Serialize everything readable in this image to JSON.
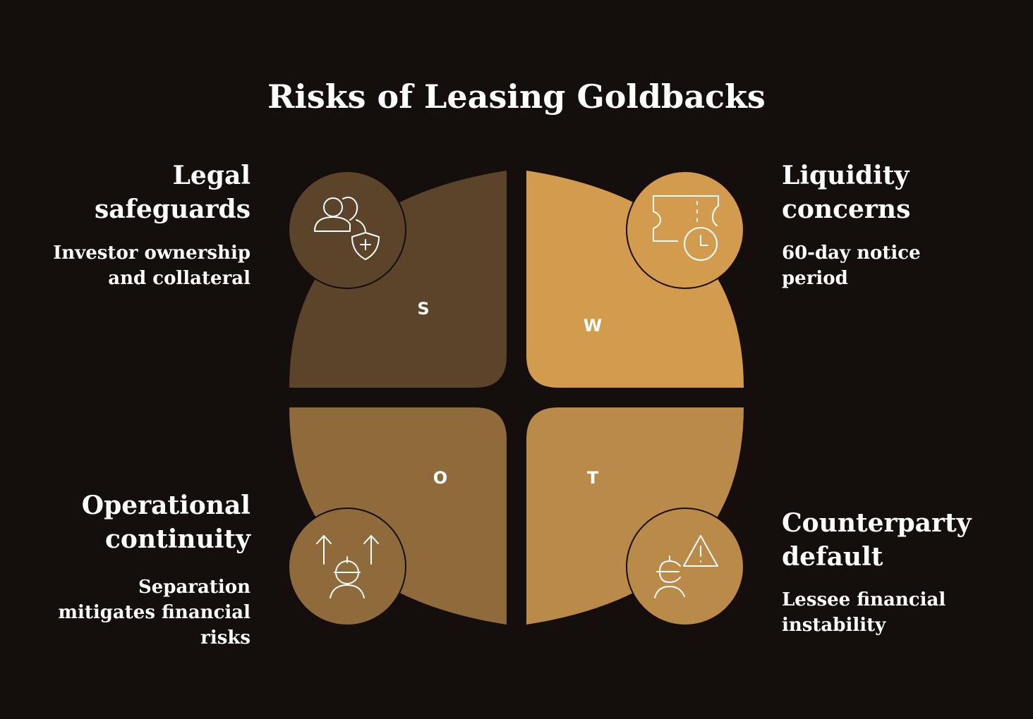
{
  "title": "Risks of Leasing Goldbacks",
  "colors": {
    "background": "#140e0c",
    "strengths": "#5c442a",
    "weaknesses": "#d39b4d",
    "opportunities": "#8f6a3a",
    "threats": "#ba8a48"
  },
  "quadrants": {
    "s": {
      "letter": "S",
      "heading": "Legal safeguards",
      "heading_line1": "Legal",
      "heading_line2": "safeguards",
      "desc_line1": "Investor ownership",
      "desc_line2": "and collateral",
      "icon": "people-shield-icon"
    },
    "w": {
      "letter": "W",
      "heading": "Liquidity concerns",
      "heading_line1": "Liquidity",
      "heading_line2": "concerns",
      "desc_line1": "60-day notice",
      "desc_line2": "period",
      "icon": "ticket-clock-icon"
    },
    "o": {
      "letter": "O",
      "heading": "Operational continuity",
      "heading_line1": "Operational",
      "heading_line2": "continuity",
      "desc_line1": "Separation",
      "desc_line2": "mitigates financial",
      "desc_line3": "risks",
      "icon": "worker-arrows-icon"
    },
    "t": {
      "letter": "T",
      "heading": "Counterparty default",
      "heading_line1": "Counterparty",
      "heading_line2": "default",
      "desc_line1": "Lessee financial",
      "desc_line2": "instability",
      "icon": "worker-warning-icon"
    }
  }
}
